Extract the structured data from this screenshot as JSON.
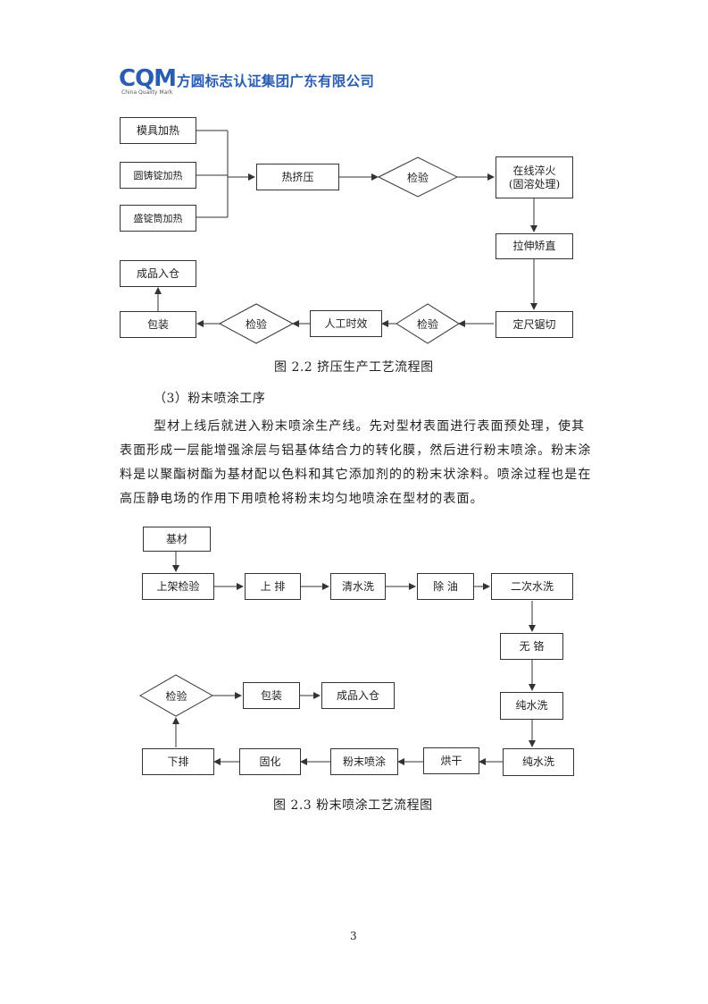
{
  "header": {
    "logo_text": "CQM",
    "logo_sub": "China Quality Mark",
    "company": "方圆标志认证集团广东有限公司"
  },
  "figure22": {
    "nodes": {
      "mold_heat": "模具加热",
      "billet_heat": "圆铸锭加热",
      "container_heat": "盛锭筒加热",
      "hot_extrude": "热挤压",
      "inspect1": "检验",
      "quench": "在线淬火\n(固溶处理)",
      "stretch": "拉伸矫直",
      "cut": "定尺锯切",
      "inspect2": "检验",
      "aging": "人工时效",
      "inspect3": "检验",
      "pack": "包装",
      "store": "成品入仓"
    },
    "caption": "图 2.2  挤压生产工艺流程图"
  },
  "section3": {
    "heading": "（3）粉末喷涂工序",
    "lines": [
      "型材上线后就进入粉末喷涂生产线。先对型材表面进行表面预处理，使其",
      "表面形成一层能增强涂层与铝基体结合力的转化膜，然后进行粉末喷涂。粉末涂",
      "料是以聚酯树酯为基材配以色料和其它添加剂的的粉末状涂料。喷涂过程也是在",
      "高压静电场的作用下用喷枪将粉末均匀地喷涂在型材的表面。"
    ]
  },
  "figure23": {
    "nodes": {
      "base": "基材",
      "load_inspect": "上架检验",
      "rack": "上  排",
      "rinse": "清水洗",
      "degrease": "除  油",
      "rinse2": "二次水洗",
      "chromefree": "无   铬",
      "pure1": "纯水洗",
      "pure2": "纯水洗",
      "dry": "烘干",
      "spray": "粉末喷涂",
      "cure": "固化",
      "unrack": "下排",
      "inspect": "检验",
      "pack": "包装",
      "store": "成品入仓"
    },
    "caption": "图 2.3  粉末喷涂工艺流程图"
  },
  "page_number": "3"
}
